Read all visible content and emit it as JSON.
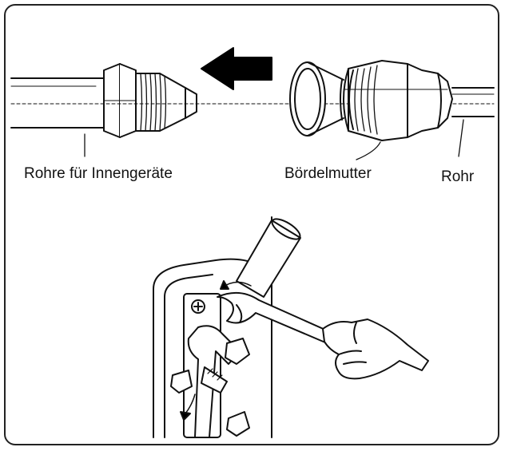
{
  "labels": {
    "indoor_pipe": "Rohre für Innengeräte",
    "flare_nut": "Bördelmutter",
    "pipe": "Rohr"
  },
  "colors": {
    "line": "#111111",
    "arrow": "#000000",
    "background": "#ffffff"
  }
}
